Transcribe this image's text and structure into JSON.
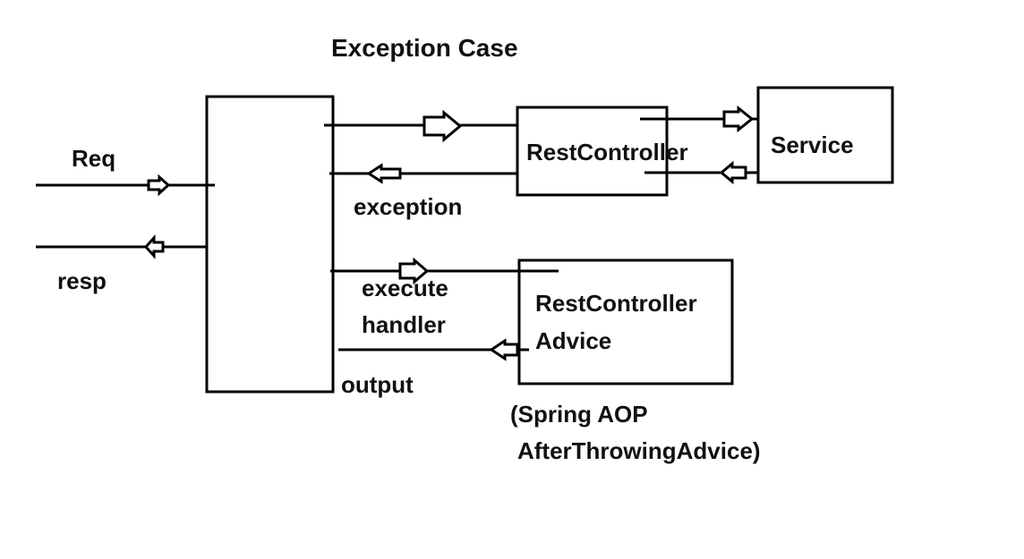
{
  "title": "Exception Case",
  "labels": {
    "req": "Req",
    "resp": "resp",
    "exception": "exception",
    "execute": "execute",
    "handler": "handler",
    "output": "output",
    "spring_aop_line1": "(Spring AOP",
    "spring_aop_line2": "AfterThrowingAdvice)"
  },
  "boxes": {
    "rest_controller": "RestController",
    "service": "Service",
    "advice_line1": "RestController",
    "advice_line2": "Advice"
  },
  "colors": {
    "stroke": "#000000",
    "background": "#ffffff"
  }
}
